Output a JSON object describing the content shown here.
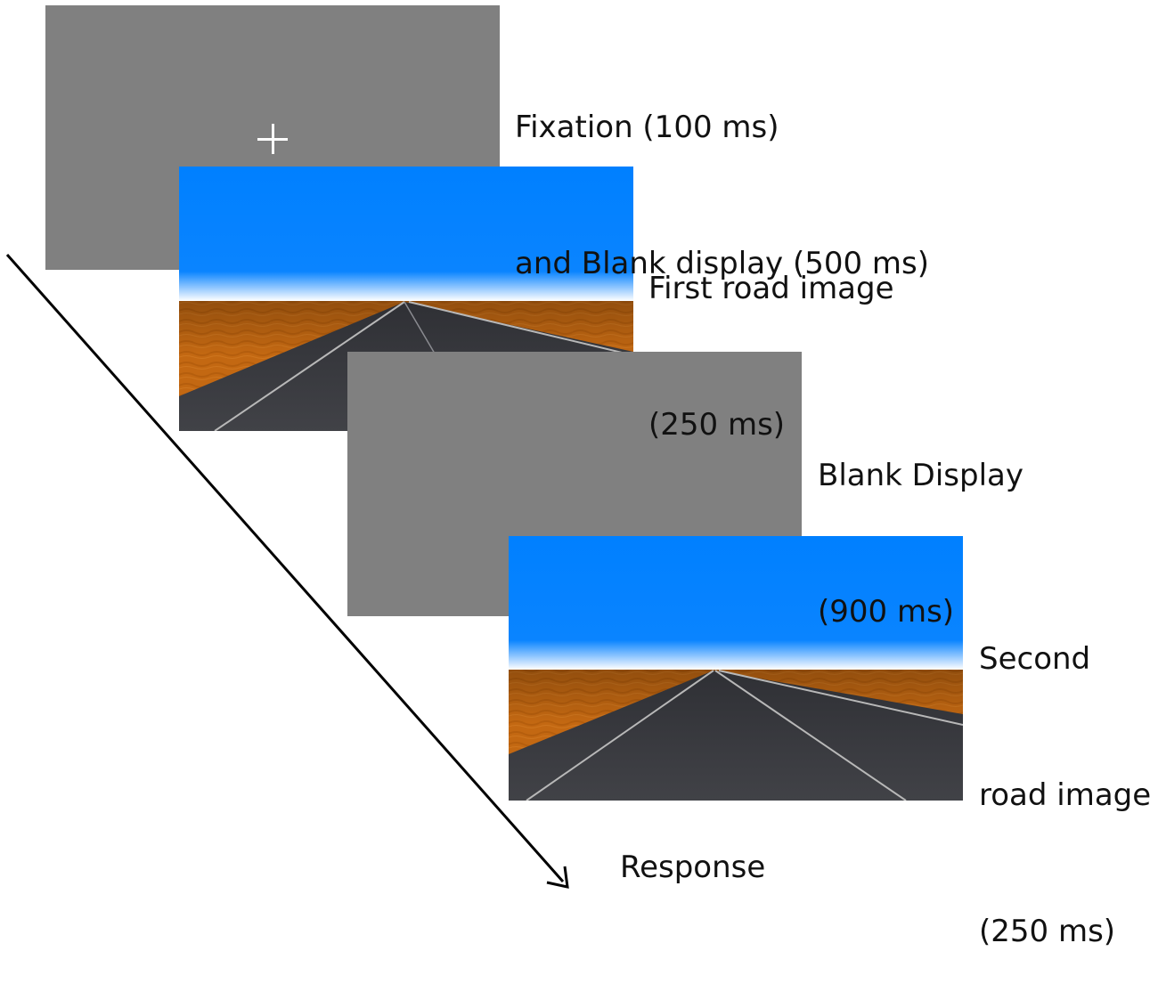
{
  "stimuli": {
    "fixation": {
      "symbol": "+"
    },
    "colors": {
      "gray_background": "#808080",
      "sky": "#0080ff",
      "desert": "#c76a12",
      "asphalt": "#3a3b40",
      "lane_lines": "#b8b8b8"
    }
  },
  "labels": {
    "fixation": [
      "Fixation (100 ms)",
      "and Blank display (500 ms)"
    ],
    "first_road": [
      "First road image",
      "(250 ms)"
    ],
    "blank": [
      "Blank Display",
      "(900 ms)"
    ],
    "second_road": [
      "Second",
      "road image",
      "(250 ms)"
    ],
    "response": "Response"
  }
}
